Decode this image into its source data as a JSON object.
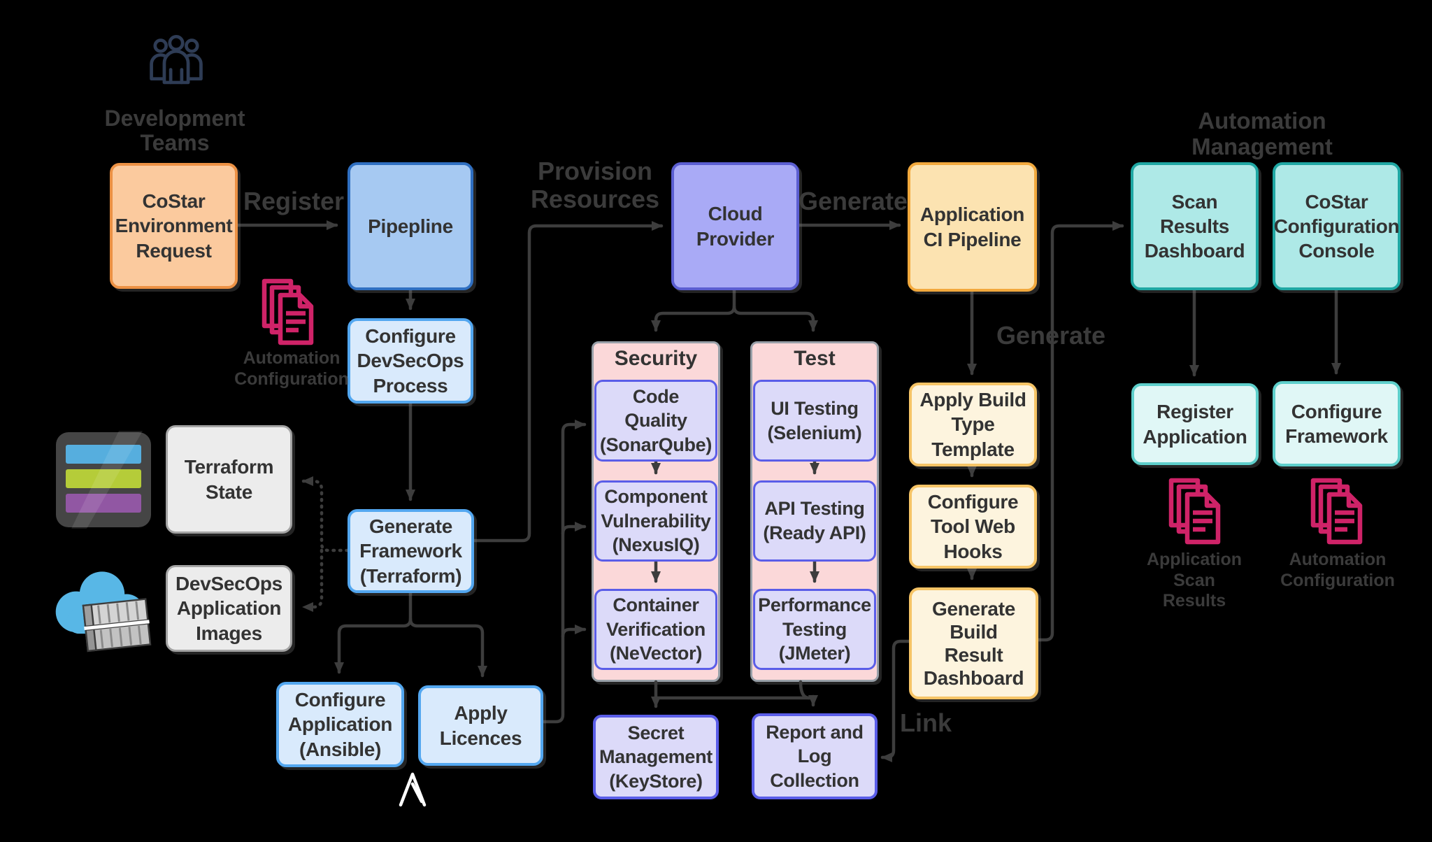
{
  "palette": {
    "bg": "#000000",
    "arrow": "#3d3d3d",
    "label": "#3b3b3b",
    "boxText": "#333333",
    "orangeFill": "#fbca9e",
    "orangeBorder": "#ec9144",
    "blueFill": "#a6c9f2",
    "blueBorder": "#2f6fc1",
    "blueLightFill": "#d9eafc",
    "blueLightBorder": "#53a7f0",
    "purpleFill": "#a9aaf6",
    "purpleBorder": "#5b5ed1",
    "lavenderFill": "#dcdaf9",
    "lavenderBorder": "#5a5de8",
    "pinkFill": "#fbd8d9",
    "containerBorder": "#98a0a8",
    "grayFill": "#ececec",
    "grayBorder": "#a3a3a3",
    "amberFill": "#fce3b1",
    "amberBorder": "#f2a93d",
    "amberLightFill": "#fdf4de",
    "amberLightBorder": "#f6c466",
    "tealFill": "#aee9e7",
    "tealBorder": "#1fa7a3",
    "tealLightFill": "#e0f7f6",
    "tealLightBorder": "#5ecfcb",
    "crimson": "#cf2368",
    "ansibleWhite": "#ffffff",
    "peopleIcon": "#2e3c55"
  },
  "labels": {
    "development_teams": "Development\nTeams",
    "register": "Register",
    "provision_resources": "Provision\nResources",
    "generate_left": "Generate",
    "generate_right": "Generate",
    "link": "Link",
    "automation_management": "Automation\nManagement",
    "automation_configuration_left": "Automation\nConfiguration",
    "application_scan_results": "Application\nScan\nResults",
    "automation_configuration_right": "Automation\nConfiguration"
  },
  "boxes": {
    "costar_environment_request": "CoStar\nEnvironment\nRequest",
    "pipepline": "Pipepline",
    "configure_devsecops_process": "Configure\nDevSecOps\nProcess",
    "generate_framework": "Generate\nFramework\n(Terraform)",
    "terraform_state": "Terraform\nState",
    "devsecops_application_images": "DevSecOps\nApplication\nImages",
    "configure_application": "Configure\nApplication\n(Ansible)",
    "apply_licences": "Apply\nLicences",
    "cloud_provider": "Cloud\nProvider",
    "security_header": "Security",
    "code_quality": "Code\nQuality\n(SonarQube)",
    "component_vulnerability": "Component\nVulnerability\n(NexusIQ)",
    "container_verification": "Container\nVerification\n(NeVector)",
    "test_header": "Test",
    "ui_testing": "UI Testing\n(Selenium)",
    "api_testing": "API Testing\n(Ready API)",
    "performance_testing": "Performance\nTesting\n(JMeter)",
    "secret_management": "Secret\nManagement\n(KeyStore)",
    "report_log_collection": "Report and\nLog\nCollection",
    "application_ci_pipeline": "Application\nCI Pipeline",
    "apply_build_type_template": "Apply Build\nType\nTemplate",
    "configure_tool_web_hooks": "Configure\nTool Web\nHooks",
    "generate_build_result_dashboard": "Generate\nBuild\nResult\nDashboard",
    "scan_results_dashboard": "Scan\nResults\nDashboard",
    "costar_configuration_console": "CoStar\nConfiguration\nConsole",
    "register_application": "Register\nApplication",
    "configure_framework": "Configure\nFramework"
  }
}
